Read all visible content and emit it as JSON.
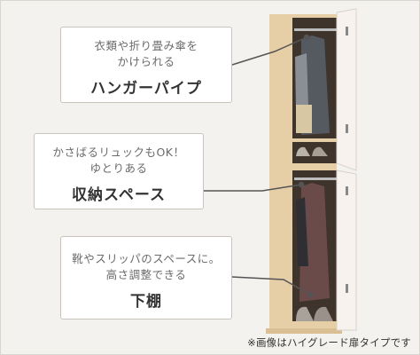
{
  "callouts": [
    {
      "desc_lines": [
        "衣類や折り畳み傘を",
        "かけられる"
      ],
      "title": "ハンガーパイプ"
    },
    {
      "desc_lines": [
        "かさばるリュックもOK！",
        "ゆとりある"
      ],
      "title": "収納スペース"
    },
    {
      "desc_lines": [
        "靴やスリッパのスペースに。",
        "高さ調整できる"
      ],
      "title": "下棚"
    }
  ],
  "footnote": "※画像はハイグレード扉タイプです",
  "colors": {
    "background": "#f4f2ef",
    "wood": "#e8d2ac",
    "door": "#f5f0ec",
    "leader_line": "#555555"
  }
}
